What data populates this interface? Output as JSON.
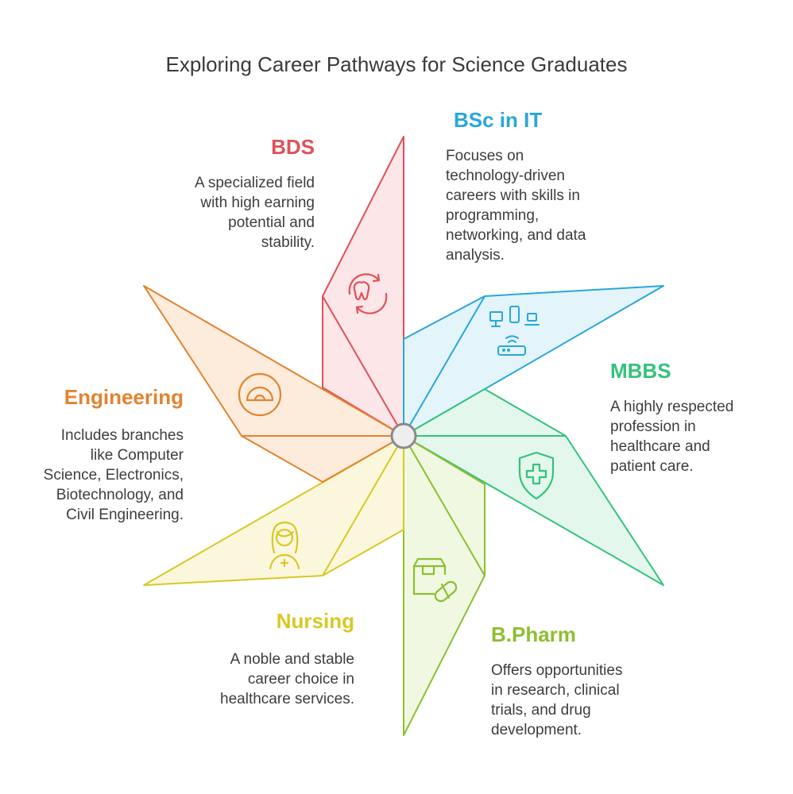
{
  "title": "Exploring Career Pathways for Science Graduates",
  "colors": {
    "bds": "#e0505a",
    "bsc": "#27a7db",
    "mbbs": "#33c37a",
    "pharm": "#8dbf2f",
    "nursing": "#d8c824",
    "engineering": "#e3832f"
  },
  "items": [
    {
      "key": "bds",
      "heading": "BDS",
      "icon": "tooth-cycle-icon",
      "description": "A specialized field\nwith high earning\npotential and\nstability."
    },
    {
      "key": "bsc",
      "heading": "BSc in IT",
      "icon": "network-devices-icon",
      "description": "Focuses on\ntechnology-driven\ncareers with skills in\nprogramming,\nnetworking, and data\nanalysis."
    },
    {
      "key": "mbbs",
      "heading": "MBBS",
      "icon": "medical-shield-icon",
      "description": "A highly respected\nprofession in\nhealthcare and\npatient care."
    },
    {
      "key": "pharm",
      "heading": "B.Pharm",
      "icon": "medicine-box-pill-icon",
      "description": "Offers opportunities\nin research, clinical\ntrials, and drug\ndevelopment."
    },
    {
      "key": "nursing",
      "heading": "Nursing",
      "icon": "nurse-icon",
      "description": "A noble and stable\ncareer choice in\nhealthcare services."
    },
    {
      "key": "engineering",
      "heading": "Engineering",
      "icon": "protractor-icon",
      "description": "Includes branches\nlike Computer\nScience, Electronics,\nBiotechnology, and\nCivil Engineering."
    }
  ]
}
